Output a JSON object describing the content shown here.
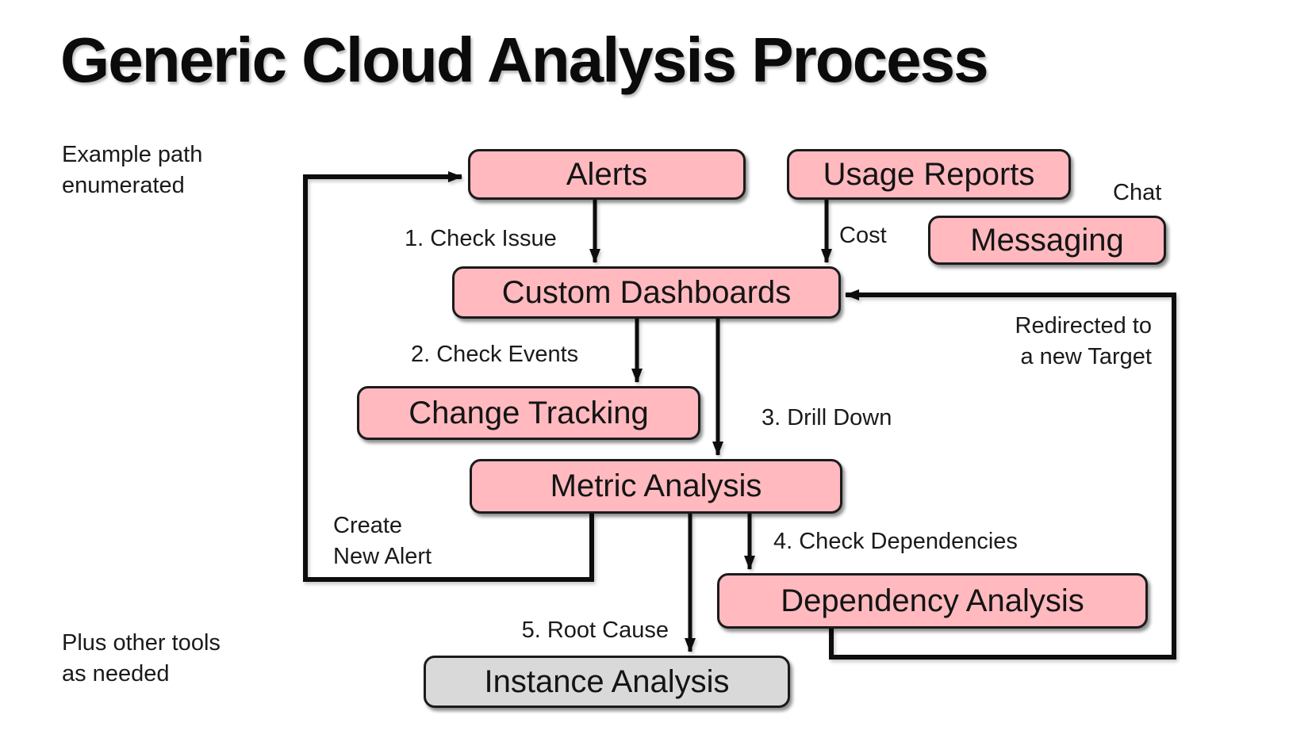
{
  "title": "Generic Cloud Analysis Process",
  "annotations": {
    "example_path": {
      "line1": "Example path",
      "line2": "enumerated"
    },
    "plus_tools": {
      "line1": "Plus other tools",
      "line2": "as needed"
    }
  },
  "nodes": {
    "alerts": {
      "label": "Alerts"
    },
    "usage_reports": {
      "label": "Usage Reports"
    },
    "messaging": {
      "label": "Messaging"
    },
    "custom_dashboards": {
      "label": "Custom Dashboards"
    },
    "change_tracking": {
      "label": "Change Tracking"
    },
    "metric_analysis": {
      "label": "Metric Analysis"
    },
    "dependency_analysis": {
      "label": "Dependency Analysis"
    },
    "instance_analysis": {
      "label": "Instance Analysis"
    }
  },
  "edge_labels": {
    "check_issue": "1. Check Issue",
    "cost": "Cost",
    "chat": "Chat",
    "check_events": "2. Check Events",
    "redirected": {
      "line1": "Redirected to",
      "line2": "a new Target"
    },
    "drill_down": "3. Drill Down",
    "create_alert": {
      "line1": "Create",
      "line2": "New Alert"
    },
    "check_dependencies": "4. Check Dependencies",
    "root_cause": "5. Root Cause"
  },
  "colors": {
    "node_fill": "#ffb9bf",
    "instance_fill": "#d9d9d9",
    "border": "#1b1b1b",
    "line": "#0d0d0d",
    "text": "#141414",
    "background": "#ffffff"
  }
}
